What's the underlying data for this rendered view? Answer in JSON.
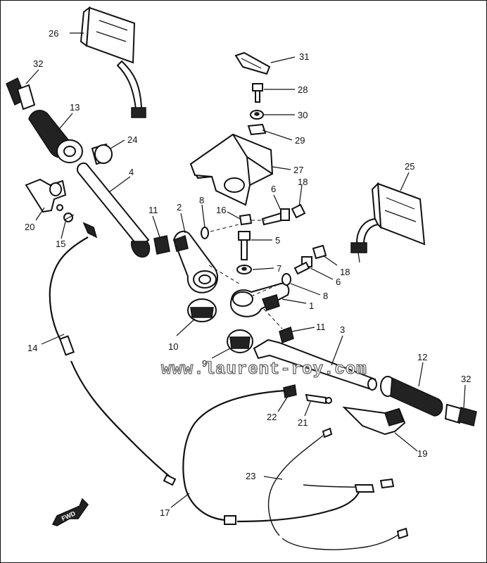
{
  "diagram": {
    "watermark": "www.laurent-roy.com",
    "fwd_label": "FWD",
    "callouts": {
      "c26": "26",
      "c31": "31",
      "c32_left": "32",
      "c13": "13",
      "c28": "28",
      "c30": "30",
      "c24": "24",
      "c29": "29",
      "c27": "27",
      "c4": "4",
      "c25": "25",
      "c6_top": "6",
      "c18_top": "18",
      "c2": "2",
      "c8_top": "8",
      "c16": "16",
      "c11_left": "11",
      "c20": "20",
      "c15": "15",
      "c5": "5",
      "c7": "7",
      "c18_right": "18",
      "c6_right": "6",
      "c8_right": "8",
      "c1": "1",
      "c14": "14",
      "c11_right": "11",
      "c3": "3",
      "c10": "10",
      "c9": "9",
      "c12": "12",
      "c32_right": "32",
      "c22": "22",
      "c21": "21",
      "c19": "19",
      "c23": "23",
      "c17": "17"
    }
  }
}
